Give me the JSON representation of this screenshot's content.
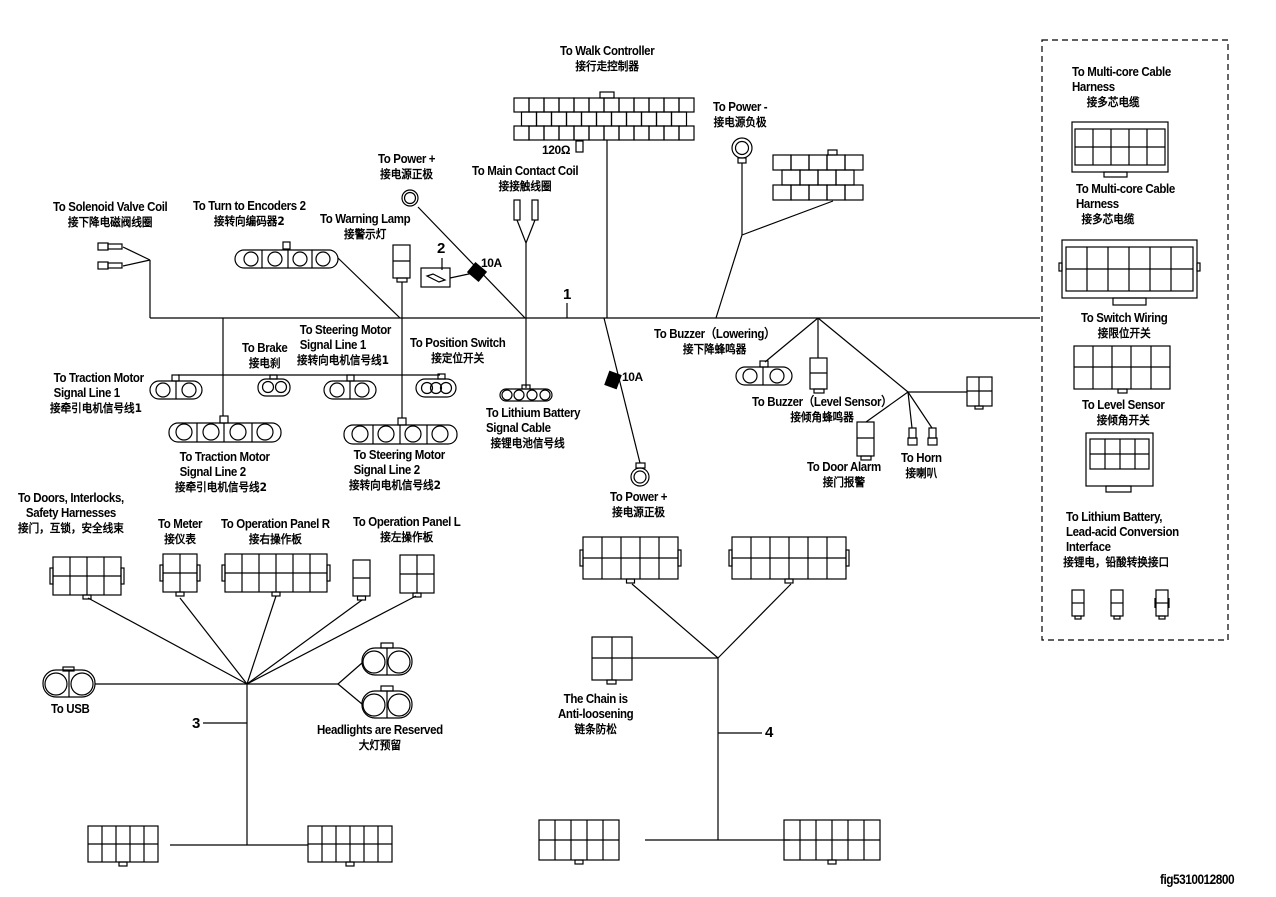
{
  "figure_id": "fig5310012800",
  "harness_numbers": {
    "main": "1",
    "indicator_lamp_group": "2",
    "panel_branch": "3",
    "controller_branch": "4"
  },
  "values": {
    "fuse_1": "10A",
    "fuse_2": "10A",
    "resistor": "120Ω"
  },
  "labels": {
    "walk_controller": {
      "en": "To Walk Controller",
      "zh": "接行走控制器"
    },
    "power_neg": {
      "en": "To Power -",
      "zh": "接电源负极"
    },
    "power_pos_top": {
      "en": "To Power +",
      "zh": "接电源正极"
    },
    "main_contact_coil": {
      "en": "To  Main Contact Coil",
      "zh": "接接触线圈"
    },
    "solenoid_valve": {
      "en": "To Solenoid Valve Coil",
      "zh": "接下降电磁阀线圈"
    },
    "turn_encoders": {
      "en": "To  Turn to Encoders 2",
      "zh": "接转向编码器2"
    },
    "warning_lamp": {
      "en": "To  Warning Lamp",
      "zh": "接警示灯"
    },
    "brake": {
      "en": "To  Brake",
      "zh": "接电刹"
    },
    "steering_1": {
      "en1": "To Steering Motor",
      "en2": "Signal Line 1",
      "zh": "接转向电机信号线1"
    },
    "position_switch": {
      "en": "To Position Switch",
      "zh": "接定位开关"
    },
    "traction_1": {
      "en1": "To Traction Motor",
      "en2": "Signal Line 1",
      "zh": "接牵引电机信号线1"
    },
    "traction_2": {
      "en1": "To Traction Motor",
      "en2": "Signal Line 2",
      "zh": "接牵引电机信号线2"
    },
    "steering_2": {
      "en1": "To Steering Motor",
      "en2": "Signal Line 2",
      "zh": "接转向电机信号线2"
    },
    "lithium_signal": {
      "en1": "To Lithium Battery",
      "en2": "Signal Cable",
      "zh": "接锂电池信号线"
    },
    "power_pos_mid": {
      "en": "To Power +",
      "zh": "接电源正极"
    },
    "buzzer_lowering": {
      "en": "To Buzzer（Lowering）",
      "zh": "接下降蜂鸣器"
    },
    "buzzer_level": {
      "en": "To Buzzer（Level Sensor）",
      "zh": "接倾角蜂鸣器"
    },
    "door_alarm": {
      "en": "To Door Alarm",
      "zh": "接门报警"
    },
    "horn": {
      "en": "To Horn",
      "zh": "接喇叭"
    },
    "doors": {
      "en1": "To Doors, Interlocks,",
      "en2": "Safety Harnesses",
      "zh": "接门，互锁，安全线束"
    },
    "meter": {
      "en": "To Meter",
      "zh": "接仪表"
    },
    "panel_r": {
      "en": "To Operation Panel R",
      "zh": "接右操作板"
    },
    "panel_l": {
      "en": "To Operation Panel L",
      "zh": "接左操作板"
    },
    "usb": {
      "en": "To USB"
    },
    "headlights": {
      "en": "Headlights are Reserved",
      "zh": "大灯预留"
    },
    "chain": {
      "en1": "The Chain is",
      "en2": "Anti-loosening",
      "zh": "链条防松"
    }
  },
  "legend_box": {
    "multicore_1": {
      "en1": "To Multi-core Cable",
      "en2": "Harness",
      "zh": "接多芯电缆"
    },
    "multicore_2": {
      "en1": "To Multi-core Cable",
      "en2": "Harness",
      "zh": "接多芯电缆"
    },
    "switch_wiring": {
      "en": "To Switch Wiring",
      "zh": "接限位开关"
    },
    "level_sensor": {
      "en": "To Level Sensor",
      "zh": "接倾角开关"
    },
    "lithium_conversion": {
      "en1": "To Lithium Battery,",
      "en2": "Lead-acid Conversion",
      "en3": "Interface",
      "zh": "接锂电，铅酸转换接口"
    }
  }
}
